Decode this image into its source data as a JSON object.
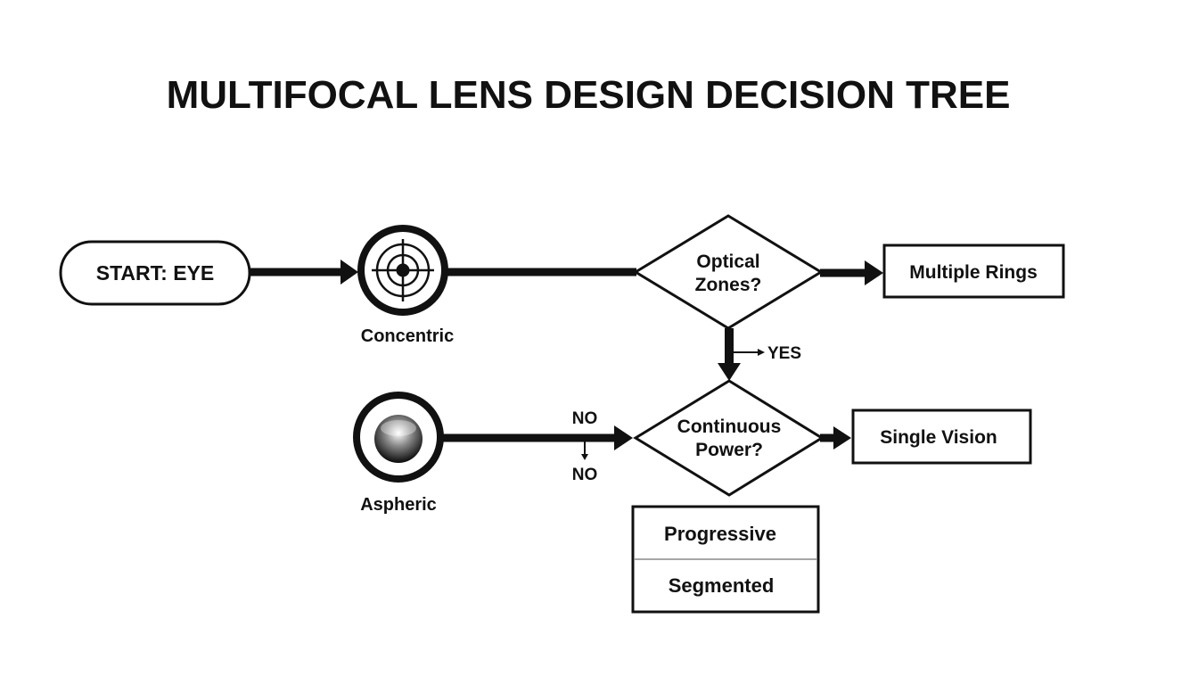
{
  "title": "MULTIFOCAL LENS DESIGN DECISION TREE",
  "nodes": {
    "start": "START: EYE",
    "concentric_label": "Concentric",
    "aspheric_label": "Aspheric",
    "decision1": {
      "line1": "Optical",
      "line2": "Zones?"
    },
    "decision2": {
      "line1": "Continuous",
      "line2": "Power?"
    },
    "multiple_rings": "Multiple Rings",
    "single_vision": "Single Vision",
    "progressive": "Progressive",
    "segmented": "Segmented"
  },
  "edge_labels": {
    "yes": "YES",
    "no_top": "NO",
    "no_bottom": "NO"
  },
  "icons": {
    "concentric": "target-icon",
    "aspheric": "lens-sphere-icon"
  }
}
